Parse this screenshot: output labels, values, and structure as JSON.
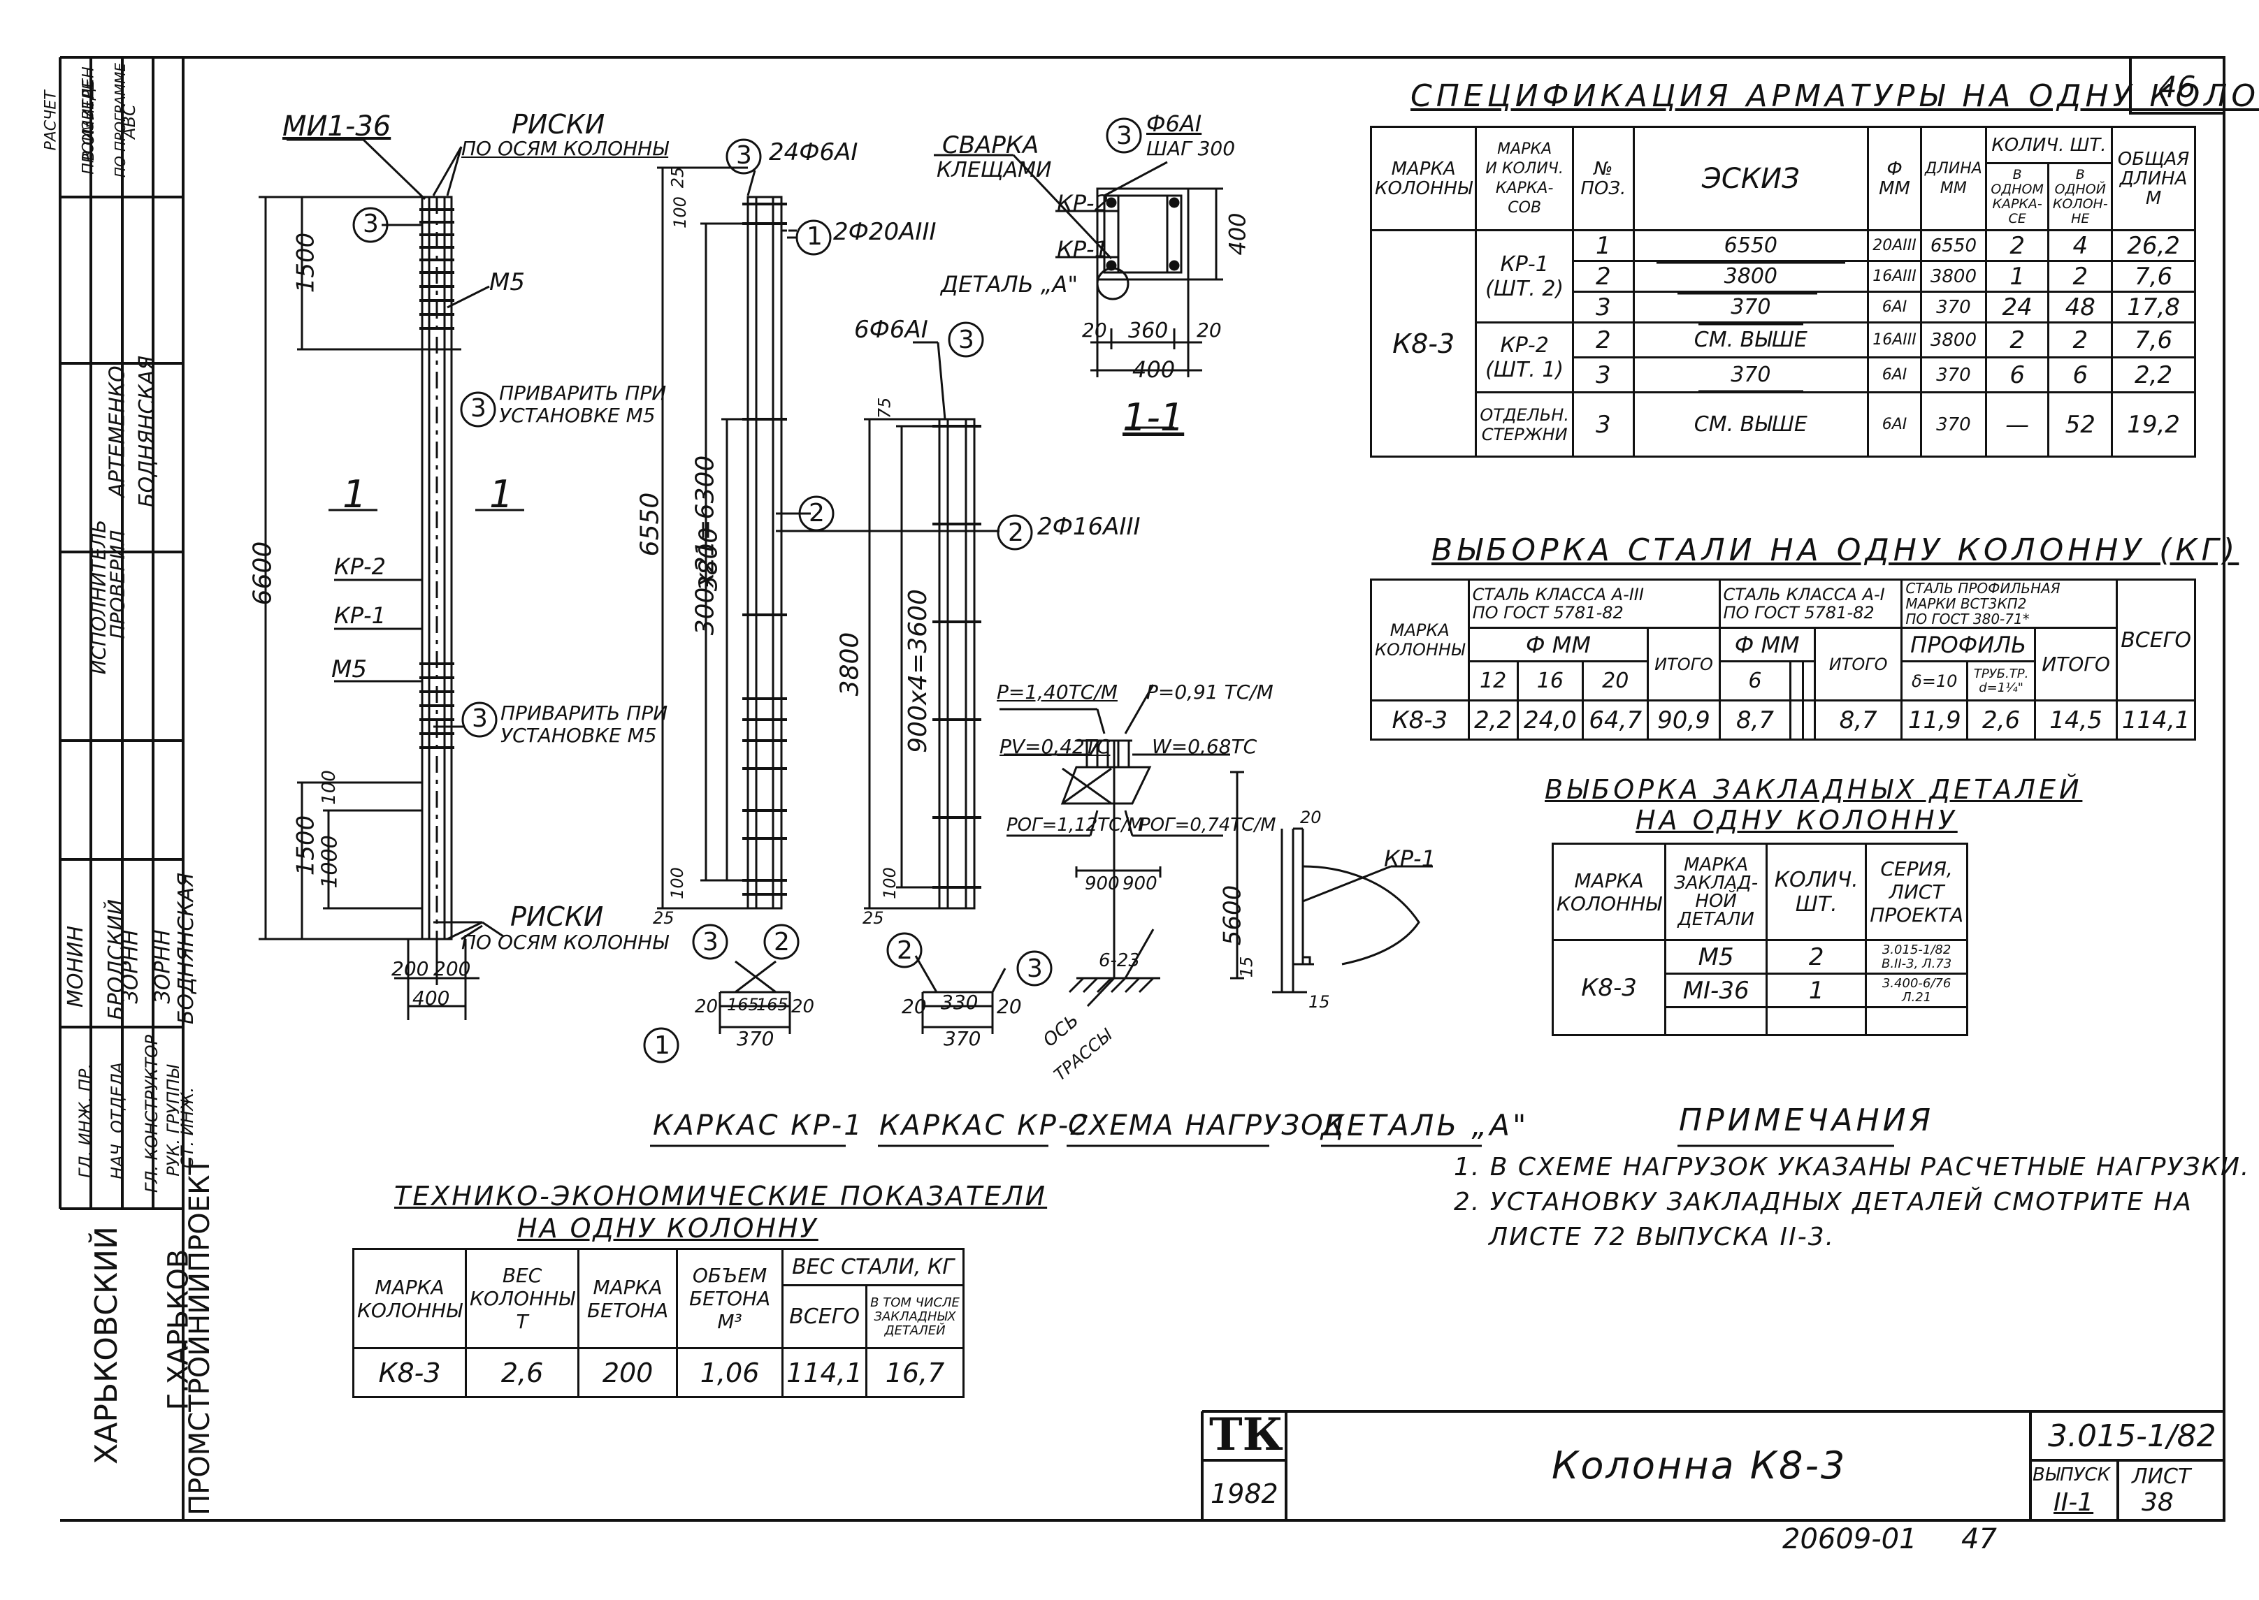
{
  "sheet_number_top": "46",
  "left_stamp": {
    "calc_note": [
      "РАСЧЕТ",
      "ПРОИЗВЕДЕН",
      "В ОМИТРЕ",
      "ПО ПРОГРАММЕ",
      "АВС"
    ],
    "rows": [
      {
        "role": "ГЛ. ИНЖ. ПР.",
        "name": "МОНИН"
      },
      {
        "role": "НАЧ. ОТДЕЛА",
        "name": "БРОДСКИЙ"
      },
      {
        "role": "ГЛ. КОНСТРУКТОР",
        "name": "ЗОРНН"
      },
      {
        "role": "РУК. ГРУППЫ",
        "name": "ЗОРНН"
      },
      {
        "role": "СТ. ИНЖ.",
        "name": "БОДНЯНСКАЯ"
      }
    ],
    "rows2": [
      {
        "role": "ИСПОЛНИТЕЛЬ",
        "name": "АРТЕМЕНКО"
      },
      {
        "role": "ПРОВЕРИЛ",
        "name": "БОДНЯНСКАЯ"
      }
    ],
    "org": [
      "ХАРЬКОВСКИЙ",
      "ПРОМСТРОЙНИИПРОЕКТ",
      "Г.ХАРЬКОВ"
    ]
  },
  "drawings": {
    "kp1": {
      "mark_top": "МИ1-36",
      "riski_top": [
        "РИСКИ",
        "ПО ОСЯМ КОЛОННЫ"
      ],
      "riski_bottom": [
        "РИСКИ",
        "ПО ОСЯМ КОЛОННЫ"
      ],
      "m5": "М5",
      "m5b": "М5",
      "weld_note_1": [
        "ПРИВАРИТЬ ПРИ",
        "УСТАНОВКЕ М5"
      ],
      "weld_note_2": [
        "ПРИВАРИТЬ ПРИ",
        "УСТАНОВКЕ М5"
      ],
      "kp2_label": "КР-2",
      "kp1_label": "КР-1",
      "sec1": "1",
      "sec2": "1",
      "dim_6600": "6600",
      "dim_1500_top": "1500",
      "dim_1500_bot": "1500",
      "dim_1000": "1000",
      "dim_100": "100",
      "dim_200a": "200",
      "dim_200b": "200",
      "dim_400": "400",
      "pos3a": "3",
      "pos3b": "3",
      "pos3c": "3",
      "caption": "КАРКАС КР-1"
    },
    "kp1b": {
      "pos3": "3",
      "bars_top": "24Ф6АI",
      "pos1": "1",
      "bars_20": "2Ф20АIII",
      "pos2": "2",
      "bars_16": "2Ф16АIII",
      "dim_6550": "6550",
      "dim_300": "300x21=6300",
      "dim_3800": "3800",
      "dim_25a": "25",
      "dim_100a": "100",
      "dim_100b": "100",
      "dim_25b": "25",
      "sec_pos3": "3",
      "sec_pos2": "2",
      "sec_pos1": "1",
      "sec_dims": [
        "20",
        "165",
        "165",
        "20"
      ],
      "sec_370": "370"
    },
    "kp2": {
      "bars": "6Ф6АI",
      "pos3": "3",
      "pos2": "2",
      "dim_75": "75",
      "dim_3800": "3800",
      "dim_900": "900x4=3600",
      "dim_100": "100",
      "dim_25": "25",
      "sec_pos2": "2",
      "sec_pos3": "3",
      "sec_dims": [
        "20",
        "330",
        "20"
      ],
      "sec_370": "370",
      "caption": "КАРКАС КР-2"
    },
    "section11": {
      "weld": [
        "СВАРКА",
        "КЛЕЩАМИ"
      ],
      "pos3": "3",
      "bars": "Ф6АI",
      "step": "ШАГ 300",
      "kp2": "КР-2",
      "kp1": "КР-1",
      "detail": "ДЕТАЛЬ „А\"",
      "dim_400v": "400",
      "dims": [
        "20",
        "360",
        "20"
      ],
      "dim_400": "400",
      "title": "1-1"
    },
    "loads": {
      "p1": "P=1,40ТС/М",
      "p2": "P=0,91 ТС/М",
      "pv": "РV=0,42ТС",
      "w": "W=0,68ТС",
      "pof1": "РОГ=1,12ТС/М",
      "pof2": "РОГ=0,74ТС/М",
      "d900a": "900",
      "d900b": "900",
      "dim_5600": "5600",
      "dim_15": "15",
      "angle": "6-23",
      "axis": [
        "ОСЬ",
        "ТРАССЫ"
      ],
      "caption": "СХЕМА НАГРУЗОК"
    },
    "detailA": {
      "kp1": "КР-1",
      "d20": "20",
      "d15": "15",
      "caption": "ДЕТАЛЬ „А\""
    }
  },
  "spec": {
    "title": "СПЕЦИФИКАЦИЯ АРМАТУРЫ НА ОДНУ КОЛОННУ",
    "headers": {
      "mark": [
        "МАРКА",
        "КОЛОННЫ"
      ],
      "frame": [
        "МАРКА",
        "И КОЛИЧ.",
        "КАРКА-",
        "СОВ"
      ],
      "pos": [
        "№",
        "ПОЗ."
      ],
      "sketch": "ЭСКИЗ",
      "dia": [
        "Ф",
        "ММ"
      ],
      "len": [
        "ДЛИНА",
        "ММ"
      ],
      "qty": "КОЛИЧ. ШТ.",
      "qty_frame": [
        "В",
        "ОДНОМ",
        "КАРКА-",
        "СЕ"
      ],
      "qty_col": [
        "В",
        "ОДНОЙ",
        "КОЛОН-",
        "НЕ"
      ],
      "total": [
        "ОБЩАЯ",
        "ДЛИНА",
        "М"
      ]
    },
    "column": "К8-3",
    "groups": [
      {
        "frame": [
          "КР-1",
          "(ШТ. 2)"
        ],
        "rows": [
          {
            "pos": "1",
            "sketch": "6550",
            "dia": "20АIII",
            "len": "6550",
            "qf": "2",
            "qc": "4",
            "total": "26,2"
          },
          {
            "pos": "2",
            "sketch": "3800",
            "dia": "16АIII",
            "len": "3800",
            "qf": "1",
            "qc": "2",
            "total": "7,6"
          },
          {
            "pos": "3",
            "sketch": "370",
            "dia": "6АI",
            "len": "370",
            "qf": "24",
            "qc": "48",
            "total": "17,8"
          }
        ]
      },
      {
        "frame": [
          "КР-2",
          "(ШТ. 1)"
        ],
        "rows": [
          {
            "pos": "2",
            "sketch": "СМ. ВЫШЕ",
            "dia": "16АIII",
            "len": "3800",
            "qf": "2",
            "qc": "2",
            "total": "7,6"
          },
          {
            "pos": "3",
            "sketch": "370",
            "dia": "6АI",
            "len": "370",
            "qf": "6",
            "qc": "6",
            "total": "2,2"
          }
        ]
      },
      {
        "frame": [
          "ОТДЕЛЬН.",
          "СТЕРЖНИ"
        ],
        "rows": [
          {
            "pos": "3",
            "sketch": "СМ. ВЫШЕ",
            "dia": "6АI",
            "len": "370",
            "qf": "—",
            "qc": "52",
            "total": "19,2"
          }
        ]
      }
    ]
  },
  "steel": {
    "title": "ВЫБОРКА СТАЛИ НА ОДНУ КОЛОННУ (КГ)",
    "h_mark": [
      "МАРКА",
      "КОЛОННЫ"
    ],
    "h_a3": [
      "СТАЛЬ КЛАССА А-III",
      "ПО ГОСТ 5781-82"
    ],
    "h_a1": [
      "СТАЛЬ КЛАССА А-I",
      "ПО ГОСТ 5781-82"
    ],
    "h_prof": [
      "СТАЛЬ ПРОФИЛЬНАЯ",
      "МАРКИ ВСТ3КП2",
      "ПО ГОСТ 380-71*"
    ],
    "h_dia": "Ф ММ",
    "h_dia2": "Ф ММ",
    "h_profile": "ПРОФИЛЬ",
    "h_itogo": "ИТОГО",
    "h_itogo2": "ИТОГО",
    "h_itogo3": "ИТОГО",
    "h_vsego": "ВСЕГО",
    "h_d": [
      "12",
      "16",
      "20",
      "6"
    ],
    "h_delta": "δ=10",
    "h_tube": [
      "ТРУБ.ТР.",
      "d=1¼\""
    ],
    "row": {
      "mark": "К8-3",
      "d12": "2,2",
      "d16": "24,0",
      "d20": "64,7",
      "itogo": "90,9",
      "d6": "8,7",
      "itogo2": "8,7",
      "delta": "11,9",
      "tube": "2,6",
      "itogo3": "14,5",
      "vsego": "114,1"
    }
  },
  "embedded": {
    "title1": "ВЫБОРКА ЗАКЛАДНЫХ ДЕТАЛЕЙ",
    "title2": "НА ОДНУ КОЛОННУ",
    "headers": [
      [
        "МАРКА",
        "КОЛОННЫ"
      ],
      [
        "МАРКА",
        "ЗАКЛАД-",
        "НОЙ",
        "ДЕТАЛИ"
      ],
      [
        "КОЛИЧ.",
        "ШТ."
      ],
      [
        "СЕРИЯ,",
        "ЛИСТ",
        "ПРОЕКТА"
      ]
    ],
    "column": "К8-3",
    "rows": [
      {
        "mark": "М5",
        "qty": "2",
        "series": [
          "3.015-1/82",
          "В.II-3, Л.73"
        ]
      },
      {
        "mark": "МI-36",
        "qty": "1",
        "series": [
          "3.400-6/76",
          "Л.21"
        ]
      }
    ]
  },
  "notes": {
    "title": "ПРИМЕЧАНИЯ",
    "items": [
      "1. В СХЕМЕ НАГРУЗОК УКАЗАНЫ РАСЧЕТНЫЕ НАГРУЗКИ.",
      "2. УСТАНОВКУ ЗАКЛАДНЫХ ДЕТАЛЕЙ СМОТРИТЕ НА",
      "ЛИСТЕ 72   ВЫПУСКА  II-3."
    ]
  },
  "tech": {
    "title1": "ТЕХНИКО-ЭКОНОМИЧЕСКИЕ ПОКАЗАТЕЛИ",
    "title2": "НА ОДНУ КОЛОННУ",
    "headers": [
      [
        "МАРКА",
        "КОЛОННЫ"
      ],
      [
        "ВЕС",
        "КОЛОННЫ",
        "Т"
      ],
      [
        "МАРКА",
        "БЕТОНА"
      ],
      [
        "ОБЪЕМ",
        "БЕТОНА",
        "М³"
      ]
    ],
    "steel_h": "ВЕС СТАЛИ, КГ",
    "all_h": "ВСЕГО",
    "emb_h": [
      "В ТОМ ЧИСЛЕ",
      "ЗАКЛАДНЫХ",
      "ДЕТАЛЕЙ"
    ],
    "row": [
      "К8-3",
      "2,6",
      "200",
      "1,06",
      "114,1",
      "16,7"
    ]
  },
  "titleblock": {
    "logo": "ТК",
    "year": "1982",
    "name": "Колонна К8-3",
    "code": "3.015-1/82",
    "issue_h": "ВЫПУСК",
    "issue": "II-1",
    "sheet_h": "ЛИСТ",
    "sheet": "38"
  },
  "footer": {
    "code": "20609-01",
    "num": "47"
  }
}
